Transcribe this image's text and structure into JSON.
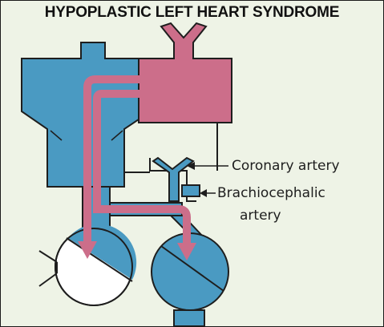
{
  "title": "HYPOPLASTIC LEFT HEART SYNDROME",
  "labels": {
    "coronary": "Coronary artery",
    "brachio_line1": "Brachiocephalic",
    "brachio_line2": "artery"
  },
  "colors": {
    "background": "#eef3e6",
    "venous_blue": "#4a9ac2",
    "arterial_pink": "#cc6e8a",
    "outline": "#1e1e1e"
  }
}
